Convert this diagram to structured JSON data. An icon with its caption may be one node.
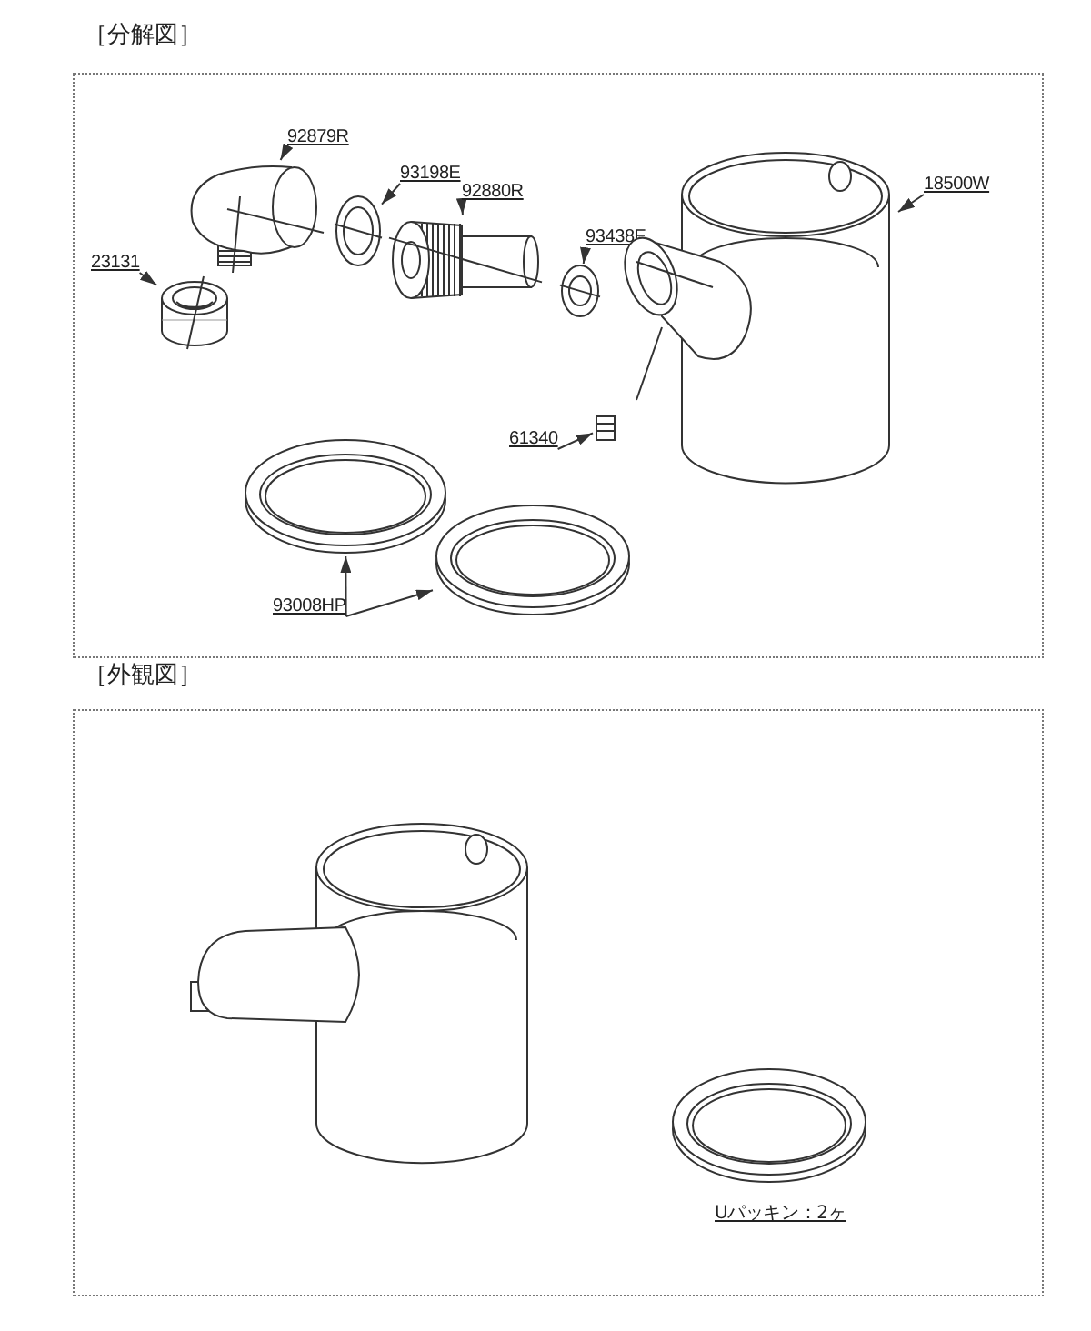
{
  "diagram": {
    "nodes": [
      {
        "text": [
          "［分解図］"
        ]
      },
      {
        "text": [
          "92879R"
        ],
        "in": 0
      },
      {
        "text": [],
        "shape": "picture",
        "in": 0
      },
      {
        "text": [
          "23131"
        ],
        "in": 0
      },
      {
        "text": [],
        "shape": "picture",
        "in": 0
      },
      {
        "text": [
          "93198E"
        ],
        "in": 0
      },
      {
        "text": [],
        "shape": "picture",
        "in": 0
      },
      {
        "text": [
          "92880R"
        ],
        "in": 0
      },
      {
        "text": [],
        "shape": "picture",
        "in": 0
      },
      {
        "text": [
          "93438E"
        ],
        "in": 0
      },
      {
        "text": [],
        "shape": "picture",
        "in": 0
      },
      {
        "text": [
          "18500W"
        ],
        "in": 0
      },
      {
        "text": [],
        "shape": "picture",
        "in": 0
      },
      {
        "text": [
          "61340"
        ],
        "in": 0
      },
      {
        "text": [],
        "shape": "picture",
        "in": 0
      },
      {
        "text": [
          "93008HP"
        ],
        "in": 0
      },
      {
        "text": [],
        "shape": "picture",
        "in": 0
      },
      {
        "text": [],
        "shape": "picture",
        "in": 0
      },
      {
        "text": [
          "［外観図］"
        ]
      }
    ],
    "edges": [
      {
        "from": 1,
        "to": 2,
        "arrow": "to"
      },
      {
        "from": 3,
        "to": 4,
        "arrow": "to"
      },
      {
        "from": 5,
        "to": 6,
        "arrow": "to"
      },
      {
        "from": 7,
        "to": 8,
        "arrow": "to"
      },
      {
        "from": 9,
        "to": 10,
        "arrow": "to"
      },
      {
        "from": 11,
        "to": 12,
        "arrow": "to"
      },
      {
        "from": 13,
        "to": 14,
        "arrow": "to"
      },
      {
        "from": 15,
        "to": 16,
        "arrow": "to"
      },
      {
        "from": 15,
        "to": 17,
        "arrow": "to"
      }
    ],
    "labels": [
      "Uパッキン：2ヶ"
    ]
  }
}
